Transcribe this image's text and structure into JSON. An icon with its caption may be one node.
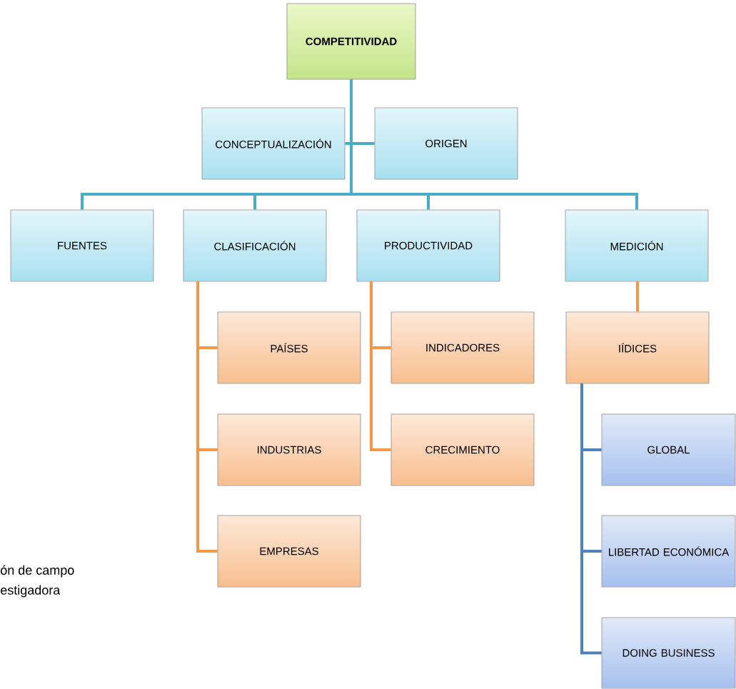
{
  "diagram": {
    "nodes": [
      {
        "text": [
          "COMPETITIVIDAD"
        ]
      },
      {
        "text": [
          "CONCEPTUALIZACIÓN"
        ]
      },
      {
        "text": [
          "ORIGEN"
        ]
      },
      {
        "text": [
          "FUENTES"
        ]
      },
      {
        "text": [
          "CLASIFICACIÓN"
        ]
      },
      {
        "text": [
          "PRODUCTIVIDAD"
        ]
      },
      {
        "text": [
          "MEDICIÓN"
        ]
      },
      {
        "text": [
          "PAÍSES"
        ]
      },
      {
        "text": [
          "INDUSTRIAS"
        ]
      },
      {
        "text": [
          "EMPRESAS"
        ]
      },
      {
        "text": [
          "INDICADORES"
        ]
      },
      {
        "text": [
          "CRECIMIENTO"
        ]
      },
      {
        "text": [
          "IÍDICES"
        ]
      },
      {
        "text": [
          "GLOBAL"
        ]
      },
      {
        "text": [
          "LIBERTAD ECONÓMICA"
        ]
      },
      {
        "text": [
          "DOING BUSINESS"
        ]
      }
    ],
    "edges": [
      {
        "from": 0,
        "to": 1,
        "arrow": "none",
        "color": "#4bacc6"
      },
      {
        "from": 0,
        "to": 2,
        "arrow": "none",
        "color": "#4bacc6"
      },
      {
        "from": 0,
        "to": 3,
        "arrow": "none",
        "color": "#4bacc6"
      },
      {
        "from": 0,
        "to": 4,
        "arrow": "none",
        "color": "#4bacc6"
      },
      {
        "from": 0,
        "to": 5,
        "arrow": "none",
        "color": "#4bacc6"
      },
      {
        "from": 0,
        "to": 6,
        "arrow": "none",
        "color": "#4bacc6"
      },
      {
        "from": 4,
        "to": 7,
        "arrow": "none",
        "color": "#f79646"
      },
      {
        "from": 4,
        "to": 8,
        "arrow": "none",
        "color": "#f79646"
      },
      {
        "from": 4,
        "to": 9,
        "arrow": "none",
        "color": "#f79646"
      },
      {
        "from": 5,
        "to": 10,
        "arrow": "none",
        "color": "#f79646"
      },
      {
        "from": 5,
        "to": 11,
        "arrow": "none",
        "color": "#f79646"
      },
      {
        "from": 6,
        "to": 12,
        "arrow": "none",
        "color": "#f79646"
      },
      {
        "from": 12,
        "to": 13,
        "arrow": "none",
        "color": "#4f81bd"
      },
      {
        "from": 12,
        "to": 14,
        "arrow": "none",
        "color": "#4f81bd"
      },
      {
        "from": 12,
        "to": 15,
        "arrow": "none",
        "color": "#4f81bd"
      }
    ],
    "labels": [
      "ón de campo",
      "estigadora"
    ]
  }
}
